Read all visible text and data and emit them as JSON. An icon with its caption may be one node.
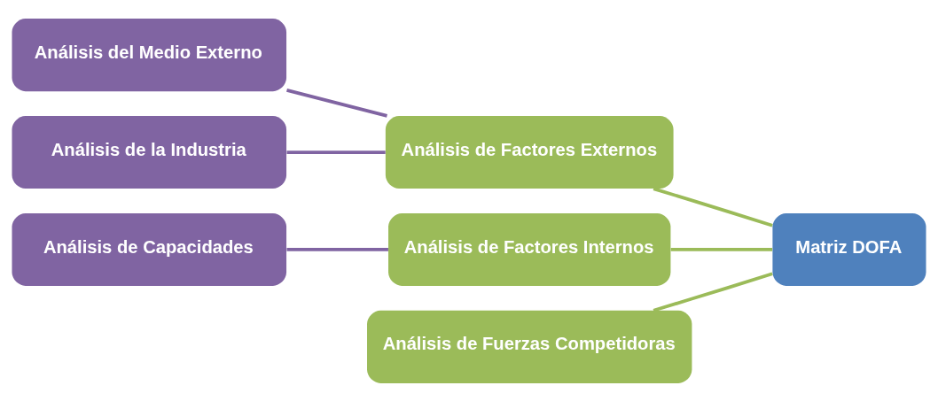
{
  "diagram": {
    "nodes": [
      {
        "text": [
          "Análisis del Medio Externo"
        ]
      },
      {
        "text": [
          "Análisis de la Industria"
        ]
      },
      {
        "text": [
          "Análisis de Capacidades"
        ]
      },
      {
        "text": [
          "Análisis de Factores Externos"
        ]
      },
      {
        "text": [
          "Análisis de Factores Internos"
        ]
      },
      {
        "text": [
          "Análisis de Fuerzas Competidoras"
        ]
      },
      {
        "text": [
          "Matriz DOFA"
        ]
      }
    ],
    "edges": [
      {
        "from": 0,
        "to": 3,
        "arrow": "none",
        "color": "#8064a2"
      },
      {
        "from": 1,
        "to": 3,
        "arrow": "none",
        "color": "#8064a2"
      },
      {
        "from": 2,
        "to": 4,
        "arrow": "none",
        "color": "#8064a2"
      },
      {
        "from": 3,
        "to": 6,
        "arrow": "none",
        "color": "#9bbb59"
      },
      {
        "from": 4,
        "to": 6,
        "arrow": "none",
        "color": "#9bbb59"
      },
      {
        "from": 5,
        "to": 6,
        "arrow": "none",
        "color": "#9bbb59"
      }
    ]
  }
}
